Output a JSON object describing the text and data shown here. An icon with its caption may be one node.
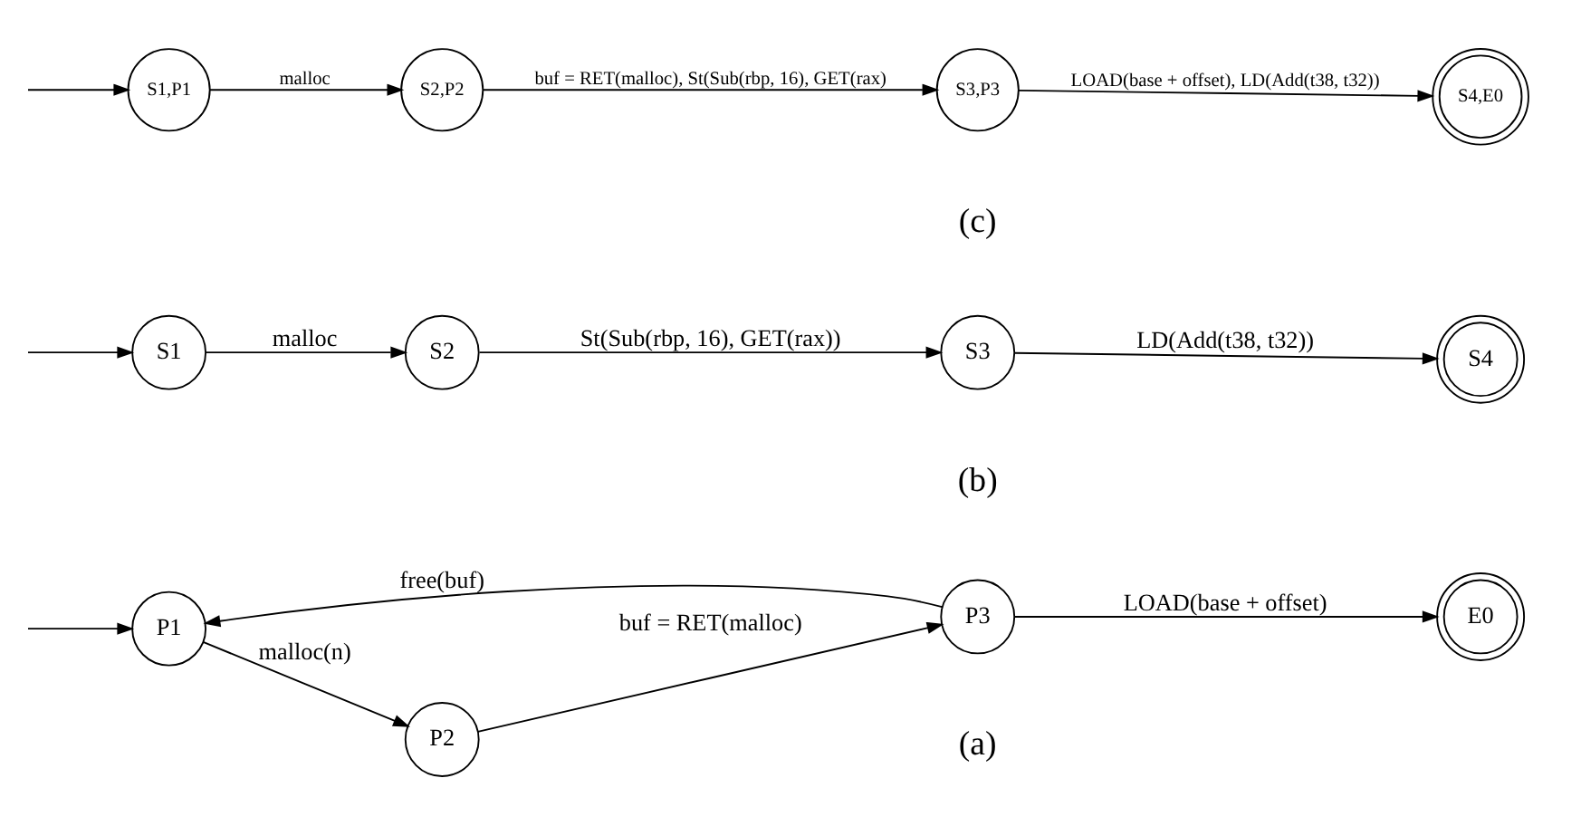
{
  "diagram": {
    "nodes": [
      {
        "text": [
          "P1"
        ]
      },
      {
        "text": [
          "P2"
        ]
      },
      {
        "text": [
          "P3"
        ]
      },
      {
        "text": [
          "E0"
        ]
      },
      {
        "text": [
          "S1"
        ]
      },
      {
        "text": [
          "S2"
        ]
      },
      {
        "text": [
          "S3"
        ]
      },
      {
        "text": [
          "S4"
        ]
      },
      {
        "text": [
          "S1,P1"
        ]
      },
      {
        "text": [
          "S2,P2"
        ]
      },
      {
        "text": [
          "S3,P3"
        ]
      },
      {
        "text": [
          "S4,E0"
        ]
      }
    ],
    "edges": [
      {
        "from": null,
        "to": 0,
        "arrow": "to"
      },
      {
        "from": 0,
        "to": 1,
        "arrow": "to",
        "label": "malloc(n)"
      },
      {
        "from": 1,
        "to": 2,
        "arrow": "to",
        "label": "buf = RET(malloc)"
      },
      {
        "from": 2,
        "to": 0,
        "arrow": "to",
        "label": "free(buf)"
      },
      {
        "from": 2,
        "to": 3,
        "arrow": "to",
        "label": "LOAD(base + offset)"
      },
      {
        "from": null,
        "to": 4,
        "arrow": "to"
      },
      {
        "from": 4,
        "to": 5,
        "arrow": "to",
        "label": "malloc"
      },
      {
        "from": 5,
        "to": 6,
        "arrow": "to",
        "label": "St(Sub(rbp, 16), GET(rax))"
      },
      {
        "from": 6,
        "to": 7,
        "arrow": "to",
        "label": "LD(Add(t38, t32))"
      },
      {
        "from": null,
        "to": 8,
        "arrow": "to"
      },
      {
        "from": 8,
        "to": 9,
        "arrow": "to",
        "label": "malloc"
      },
      {
        "from": 9,
        "to": 10,
        "arrow": "to",
        "label": "buf = RET(malloc), St(Sub(rbp, 16), GET(rax)"
      },
      {
        "from": 10,
        "to": 11,
        "arrow": "to",
        "label": "LOAD(base + offset), LD(Add(t38, t32))"
      }
    ],
    "labels": [
      "(a)",
      "(b)",
      "(c)"
    ]
  }
}
